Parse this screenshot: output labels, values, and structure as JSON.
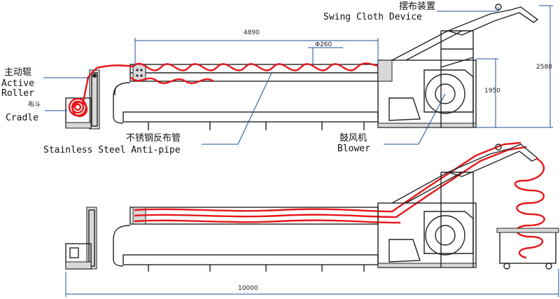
{
  "labels": {
    "active_roller_cn": "主动辊",
    "active_roller_en_1": "Active",
    "active_roller_en_2": "Roller",
    "cradle_cn": "布斗",
    "cradle_en": "Cradle",
    "pipe_cn": "不锈钢反布管",
    "pipe_en": "Stainless Steel Anti-pipe",
    "blower_cn": "鼓风机",
    "blower_en": "Blower",
    "swing_cn": "摆布装置",
    "swing_en": "Swing Cloth Device"
  },
  "dimensions": {
    "pipe_length": "4890",
    "pipe_diameter": "Φ260",
    "height_1950": "1950",
    "height_2580": "2580",
    "total_length": "10000"
  },
  "colors": {
    "cloth": "#e5171b",
    "leader": "#1f4f9e",
    "machine": "#222222"
  }
}
